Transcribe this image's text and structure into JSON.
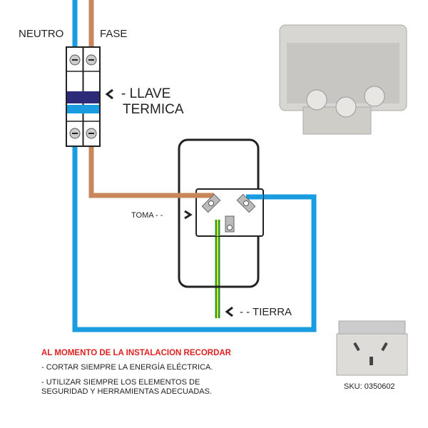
{
  "labels": {
    "neutro": "NEUTRO",
    "fase": "FASE",
    "llave_line1": "- LLAVE",
    "llave_line2": "TERMICA",
    "toma": "TOMA - -",
    "tierra": "- -  TIERRA"
  },
  "notes": {
    "title": "AL MOMENTO DE LA INSTALACION RECORDAR",
    "items": [
      "- CORTAR SIEMPRE LA ENERGÍA ELÉCTRICA.",
      "- UTILIZAR SIEMPRE LOS ELEMENTOS DE",
      "SEGURIDAD Y HERRAMIENTAS ADECUADAS."
    ]
  },
  "sku": "SKU: 0350602",
  "colors": {
    "neutral": "#1a9de0",
    "phase": "#c8875a",
    "ground_green": "#2a9a3a",
    "ground_yellow": "#f0e020",
    "breaker_handle": "#2e2a7a",
    "note_title": "#e02020"
  }
}
